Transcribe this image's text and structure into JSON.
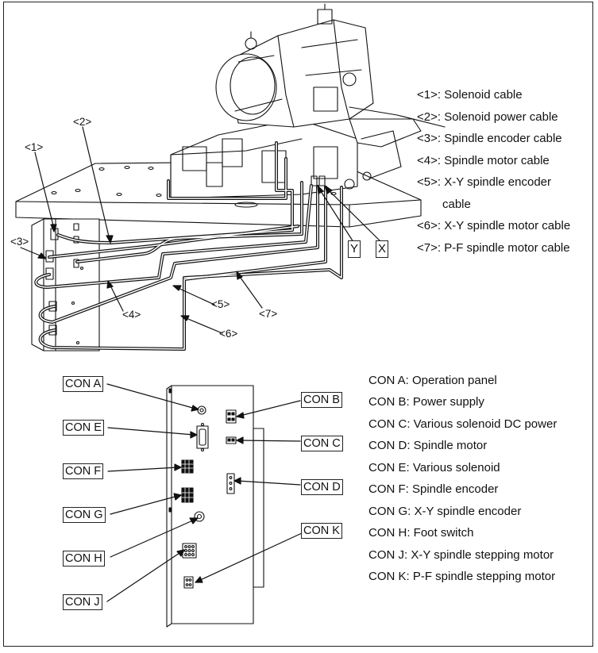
{
  "cable_legend": [
    "<1>: Solenoid cable",
    "<2>: Solenoid power cable",
    "<3>: Spindle encoder cable",
    "<4>: Spindle motor cable",
    "<5>: X-Y spindle encoder",
    "cable",
    "<6>: X-Y spindle motor cable",
    "<7>: P-F spindle motor cable"
  ],
  "callouts": [
    "<1>",
    "<2>",
    "<3>",
    "<4>",
    "<5>",
    "<6>",
    "<7>"
  ],
  "axis_labels": [
    "Y",
    "X"
  ],
  "connectors": [
    "CON A",
    "CON B",
    "CON C",
    "CON D",
    "CON E",
    "CON F",
    "CON G",
    "CON H",
    "CON J",
    "CON K"
  ],
  "connector_legend": [
    "CON A: Operation panel",
    "CON B: Power supply",
    "CON C: Various solenoid DC power",
    "CON D: Spindle motor",
    "CON E: Various solenoid",
    "CON F: Spindle encoder",
    "CON G: X-Y spindle encoder",
    "CON H: Foot switch",
    "CON J: X-Y spindle stepping motor",
    "CON K: P-F spindle stepping motor"
  ]
}
